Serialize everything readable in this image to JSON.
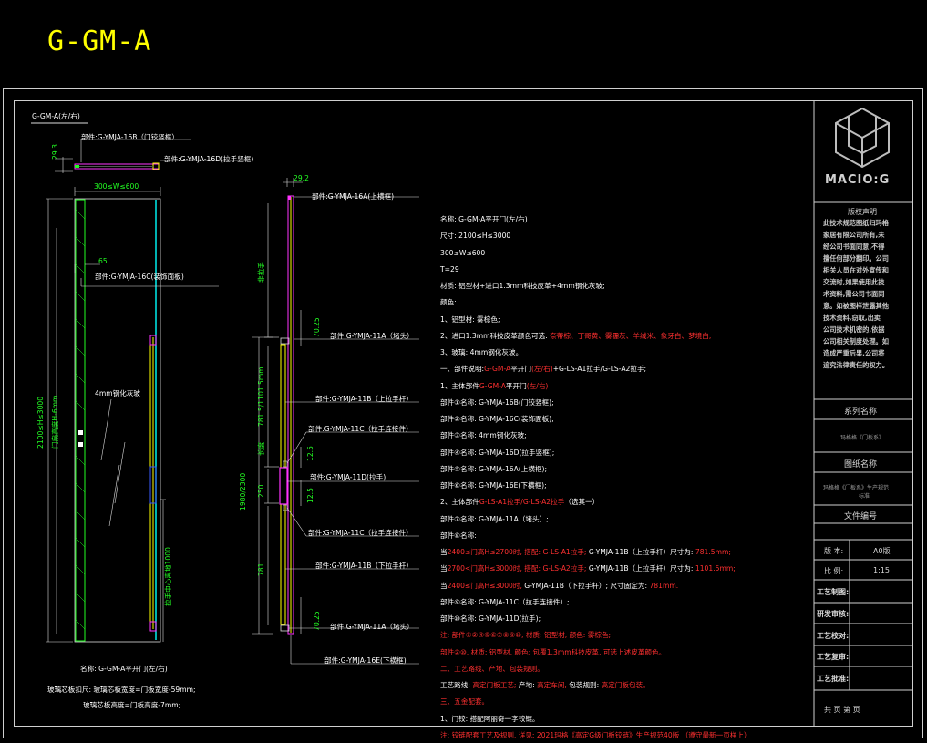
{
  "title": "G-GM-A",
  "drawing": {
    "view_label": "G-GM-A(左/右)",
    "top_labels": [
      "部件:G-YMJA-16B（门铰竖框）",
      "部件:G-YMJA-16D(拉手竖框)"
    ],
    "dim_29_3": "29.3",
    "dim_29_2": "29.2",
    "dim_width": "300≤W≤600",
    "dim_65": "65",
    "front_part_label": "部件:G-YMJA-16C(装饰面板)",
    "glass_label": "4mm钢化灰玻",
    "dim_height": "2100≤H≤3000",
    "dim_frame_height": "门扇高度H-6mm",
    "dim_handle_center": "拉手中心离地1000",
    "side_labels": [
      "部件:G-YMJA-16A(上横框)",
      "部件:G-YMJA-11A（堵头）",
      "部件:G-YMJA-11B（上拉手杆）",
      "部件:G-YMJA-11C（拉手连接件）",
      "部件:G-YMJA-11D(拉手)",
      "部件:G-YMJA-11C（拉手连接件）",
      "部件:G-YMJA-11B（下拉手杆）",
      "部件:G-YMJA-11A（堵头）",
      "部件:G-YMJA-16E(下横框)"
    ],
    "side_dims": [
      "70.25",
      "12.5",
      "12.5",
      "70.25"
    ],
    "side_vertical_dims": [
      "非拉手",
      "781.5/1101.5mm",
      "长度",
      "250",
      "781",
      "1980/2300"
    ],
    "caption_name": "名称: G-GM-A平开门(左/右)",
    "caption_notes": [
      "玻璃芯板扣尺: 玻璃芯板宽度=门板宽度-59mm;",
      "玻璃芯板高度=门板高度-7mm;"
    ]
  },
  "spec": {
    "lines": [
      [
        {
          "t": "名称: G-GM-A平开门(左/右)"
        }
      ],
      [
        {
          "t": "尺寸: 2100≤H≤3000"
        }
      ],
      [
        {
          "t": "             300≤W≤600"
        }
      ],
      [
        {
          "t": "                T=29"
        }
      ],
      [
        {
          "t": "材质: 铝型材+进口1.3mm科技皮革+4mm钢化灰玻;"
        }
      ],
      [
        {
          "t": "颜色:"
        }
      ],
      [
        {
          "t": "1、铝型材: 雾棕色;"
        }
      ],
      [
        {
          "t": "2、进口1.3mm科技皮革颜色可选: "
        },
        {
          "t": "奈蒂棕、丁哥黄、雾霾灰、羊绒米、象牙白、梦境白;",
          "c": "r"
        }
      ],
      [
        {
          "t": "3、玻璃: 4mm钢化灰玻。"
        }
      ],
      [
        {
          "t": "一、部件说明:"
        },
        {
          "t": "G-GM-A",
          "c": "r"
        },
        {
          "t": "平开门"
        },
        {
          "t": "(左/右)",
          "c": "r"
        },
        {
          "t": "+G-LS-A1拉手/G-LS-A2拉手;"
        }
      ],
      [
        {
          "t": "1、主体部件"
        },
        {
          "t": "G-GM-A",
          "c": "r"
        },
        {
          "t": "平开门"
        },
        {
          "t": "(左/右)",
          "c": "r"
        }
      ],
      [
        {
          "t": "部件①名称: G-YMJA-16B(门铰竖框);"
        }
      ],
      [
        {
          "t": "部件②名称: G-YMJA-16C(装饰面板);"
        }
      ],
      [
        {
          "t": "部件③名称: 4mm钢化灰玻;"
        }
      ],
      [
        {
          "t": "部件④名称: G-YMJA-16D(拉手竖框);"
        }
      ],
      [
        {
          "t": "部件⑤名称: G-YMJA-16A(上横框);"
        }
      ],
      [
        {
          "t": "部件⑥名称: G-YMJA-16E(下横框);"
        }
      ],
      [
        {
          "t": "2、主体部件"
        },
        {
          "t": "G-LS-A1拉手/G-LS-A2拉手",
          "c": "r"
        },
        {
          "t": "（选其一）"
        }
      ],
      [
        {
          "t": "部件⑦名称: G-YMJA-11A（堵头）;"
        }
      ],
      [
        {
          "t": "部件⑧名称:"
        }
      ],
      [
        {
          "t": "当"
        },
        {
          "t": "2400≤门高H≤2700时, 搭配: G-LS-A1拉手;",
          "c": "r"
        },
        {
          "t": " G-YMJA-11B（上拉手杆）尺寸为: "
        },
        {
          "t": "781.5mm;",
          "c": "r"
        }
      ],
      [
        {
          "t": "当"
        },
        {
          "t": "2700<门高H≤3000时, 搭配: G-LS-A2拉手;",
          "c": "r"
        },
        {
          "t": " G-YMJA-11B（上拉手杆）尺寸为: "
        },
        {
          "t": "1101.5mm;",
          "c": "r"
        }
      ],
      [
        {
          "t": "当"
        },
        {
          "t": "2400≤门高H≤3000时,",
          "c": "r"
        },
        {
          "t": " G-YMJA-11B（下拉手杆）; 尺寸固定为: "
        },
        {
          "t": "781mm.",
          "c": "r"
        }
      ],
      [
        {
          "t": "部件⑨名称: G-YMJA-11C（拉手连接件）;"
        }
      ],
      [
        {
          "t": "部件⑩名称: G-YMJA-11D(拉手);"
        }
      ],
      [
        {
          "t": "注: 部件①②④⑤⑥⑦⑧⑨⑩, 材质: 铝型材, 颜色: 雾棕色;",
          "c": "r"
        }
      ],
      [
        {
          "t": "     部件②⑩, 材质: 铝型材, 颜色: 包覆1.3mm科技皮革, 可选上述皮革颜色。",
          "c": "r"
        }
      ],
      [
        {
          "t": "二、工艺路线、产地、包装规则。",
          "c": "r"
        }
      ],
      [
        {
          "t": "工艺路线: "
        },
        {
          "t": "高定门板工艺;",
          "c": "r"
        },
        {
          "t": " 产地: "
        },
        {
          "t": "高定车间,",
          "c": "r"
        },
        {
          "t": " 包装规则: "
        },
        {
          "t": "高定门板包装。",
          "c": "r"
        }
      ],
      [
        {
          "t": "三、五金配套。",
          "c": "r"
        }
      ],
      [
        {
          "t": "1、门铰: 搭配阿丽奇一字铰链。"
        }
      ],
      [
        {
          "t": "注: 铰链配套工艺及规则, 详见: 2021玛格《高定G级门板铰链》生产规范40版 （遵守最新一页样上）",
          "c": "r"
        }
      ]
    ]
  },
  "title_block": {
    "logo_text": "MACIO:G",
    "copyright_title": "版权声明",
    "copyright_lines": [
      "此技术规范图纸归玛格",
      "家居有限公司所有,未",
      "经公司书面同意,不得",
      "擅任何部分翻印。公司",
      "相关人员在对外宣传和",
      "交流时,如果使用此技",
      "术资料,需公司书面同",
      "意。如被图样泄露其他",
      "技术资料,窃取,出卖",
      "公司技术机密的,依据",
      "公司相关制度处理。如",
      "造成严重后果,公司将",
      "追究法律责任的权力。"
    ],
    "series_label": "系列名称",
    "series_value": "玛格格《门板系》",
    "drawing_name_label": "图纸名称",
    "drawing_name_value": "玛格格《门板系》生产规范",
    "drawing_name_value2": "标准",
    "file_no_label": "文件编号",
    "version_label": "版 本:",
    "version_value": "A0版",
    "scale_label": "比 例:",
    "scale_value": "1:15",
    "roles": [
      "工艺制图:",
      "研发审核:",
      "工艺校对:",
      "工艺复审:",
      "工艺批准:"
    ],
    "sheet_text": "共  页  第  页"
  }
}
